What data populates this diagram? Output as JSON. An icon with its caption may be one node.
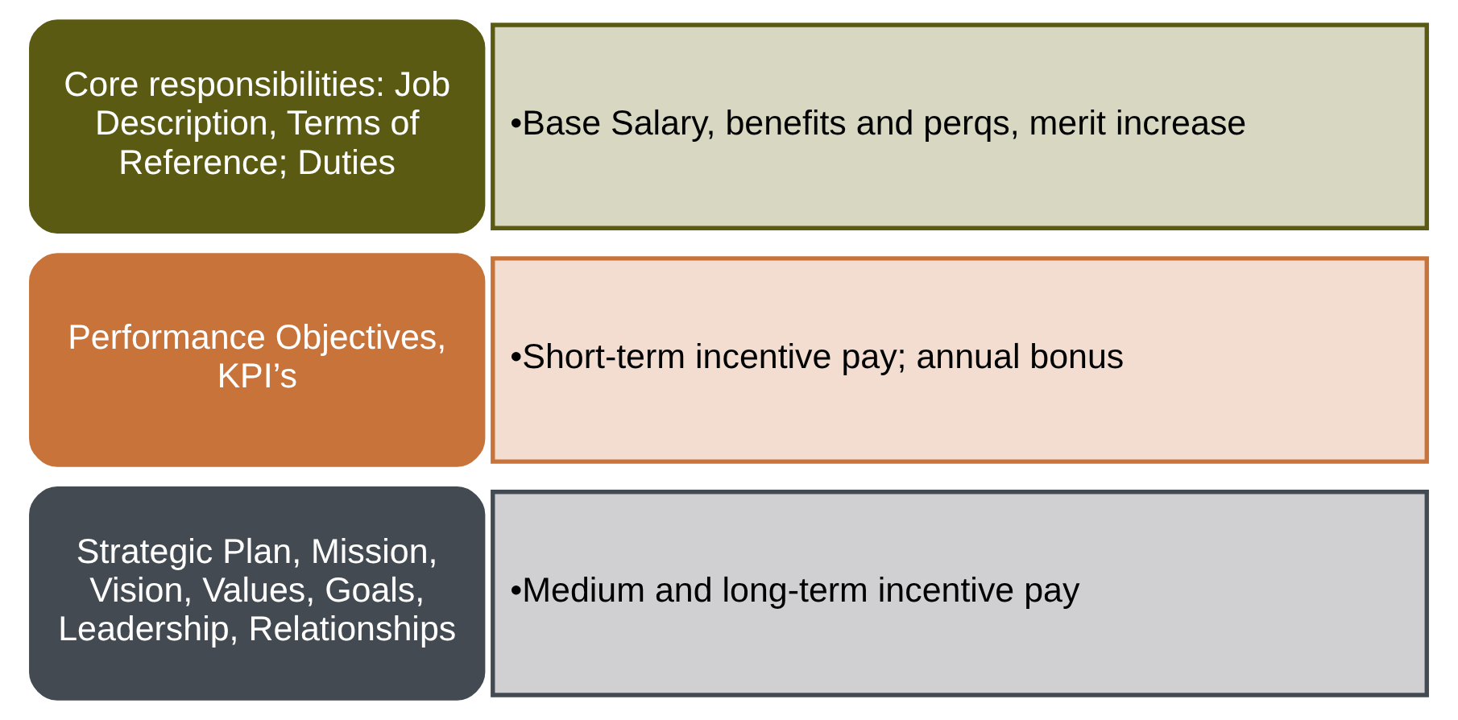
{
  "diagram": {
    "nodes": [
      {
        "text": [
          "Core responsibilities: Job Description, Terms of Reference; Duties"
        ]
      },
      {
        "text": [
          "•Base Salary, benefits and perqs, merit increase"
        ]
      },
      {
        "text": [
          "Performance Objectives, KPI’s"
        ]
      },
      {
        "text": [
          "•Short-term incentive pay; annual bonus"
        ]
      },
      {
        "text": [
          "Strategic Plan, Mission, Vision, Values, Goals, Leadership, Relationships"
        ]
      },
      {
        "text": [
          "•Medium and long-term incentive pay"
        ]
      }
    ]
  }
}
